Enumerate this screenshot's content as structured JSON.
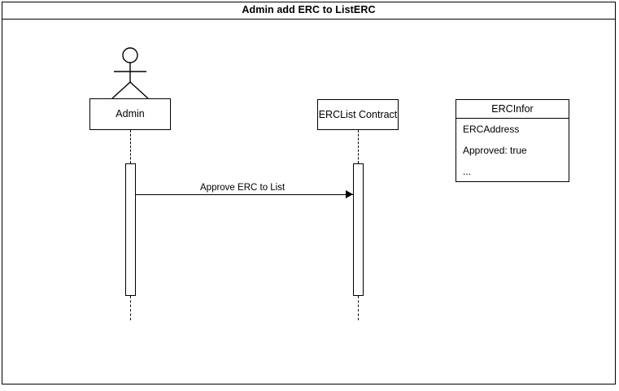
{
  "diagram": {
    "title": "Admin add ERC to ListERC",
    "type": "uml-sequence-diagram",
    "colors": {
      "stroke": "#000000",
      "background": "#ffffff",
      "text": "#000000"
    }
  },
  "participants": [
    {
      "id": "admin",
      "label": "Admin",
      "kind": "actor",
      "icon": "stick-figure-icon"
    },
    {
      "id": "erclist",
      "label": "ERCList Contract",
      "kind": "object",
      "icon": "none"
    }
  ],
  "messages": [
    {
      "id": "m1",
      "label": "Approve ERC to List",
      "from": "admin",
      "to": "erclist",
      "arrow": "solid-filled",
      "direction": "right"
    }
  ],
  "notes": [
    {
      "id": "ercinfor",
      "header": "ERCInfor",
      "attributes": [
        "ERCAddress",
        "Approved: true",
        "..."
      ]
    }
  ]
}
